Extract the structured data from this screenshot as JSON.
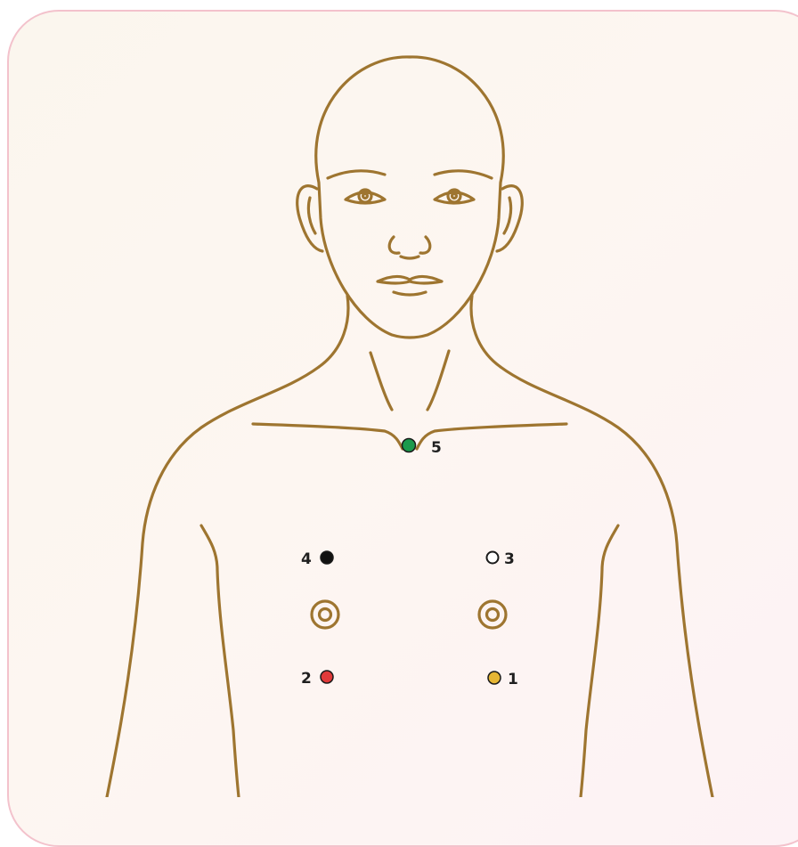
{
  "points": [
    {
      "id": "point-1",
      "label": "1",
      "color": "#e6b634",
      "style": "filled"
    },
    {
      "id": "point-2",
      "label": "2",
      "color": "#e03a3a",
      "style": "filled"
    },
    {
      "id": "point-3",
      "label": "3",
      "color": "#ffffff",
      "style": "hollow"
    },
    {
      "id": "point-4",
      "label": "4",
      "color": "#111111",
      "style": "filled"
    },
    {
      "id": "point-5",
      "label": "5",
      "color": "#1c9a4c",
      "style": "filled"
    }
  ],
  "colors": {
    "outline": "#9e7530",
    "card_border": "#f3c2cc",
    "background": "#fcf6f0"
  }
}
